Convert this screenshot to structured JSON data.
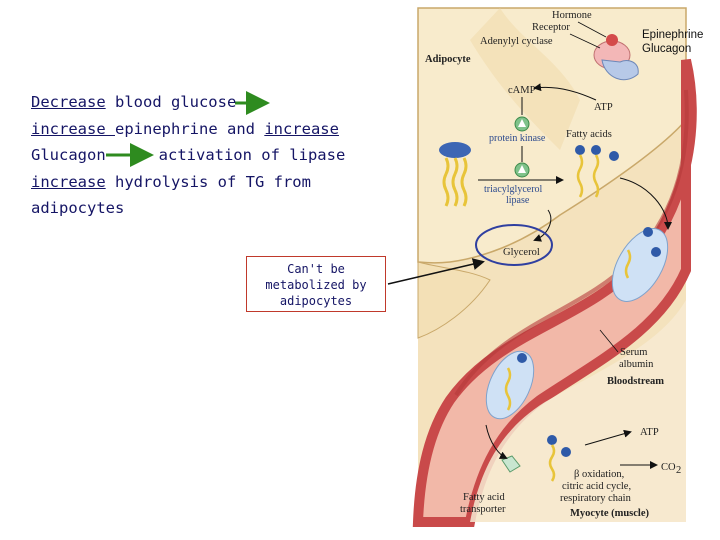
{
  "slide": {
    "line1": {
      "u": "Decrease",
      "rest": " blood glucose"
    },
    "line2": {
      "u1": "increase ",
      "mid": "epinephrine and ",
      "u2": "increase"
    },
    "line3": {
      "a": "Glucagon",
      "b": "activation of lipase"
    },
    "line4": {
      "u": "increase",
      "rest": " hydrolysis of TG from"
    },
    "line5": "adipocytes",
    "note": "Can't be metabolized by adipocytes",
    "overlay_epinephrine": "Epinephrine",
    "overlay_glucagon": "Glucagon"
  },
  "figure": {
    "hormone": "Hormone",
    "receptor": "Receptor",
    "adenylyl_cyclase": "Adenylyl cyclase",
    "adipocyte": "Adipocyte",
    "camp": "cAMP",
    "atp_top": "ATP",
    "protein_kinase": "protein kinase",
    "fatty_acids": "Fatty acids",
    "tag_lipase_1": "triacylglycerol",
    "tag_lipase_2": "lipase",
    "glycerol": "Glycerol",
    "serum_albumin_1": "Serum",
    "serum_albumin_2": "albumin",
    "bloodstream": "Bloodstream",
    "atp_bottom": "ATP",
    "co2": "CO",
    "co2_sub": "2",
    "beta_ox_1": "β oxidation,",
    "beta_ox_2": "citric acid cycle,",
    "beta_ox_3": "respiratory chain",
    "fa_transporter_1": "Fatty acid",
    "fa_transporter_2": "transporter",
    "myocyte": "Myocyte (muscle)"
  },
  "colors": {
    "text_navy": "#151565",
    "arrow_green": "#2e8b1f",
    "box_border": "#c0392b",
    "cell_bg": "#f7e7c4",
    "vessel_red": "#c94a4a",
    "lipid_yellow": "#e8c43a",
    "headgroup_blue": "#2f5aa8"
  },
  "icons": [
    "green-arrow-icon",
    "green-arrow-icon",
    "black-pointer-arrow-icon"
  ]
}
